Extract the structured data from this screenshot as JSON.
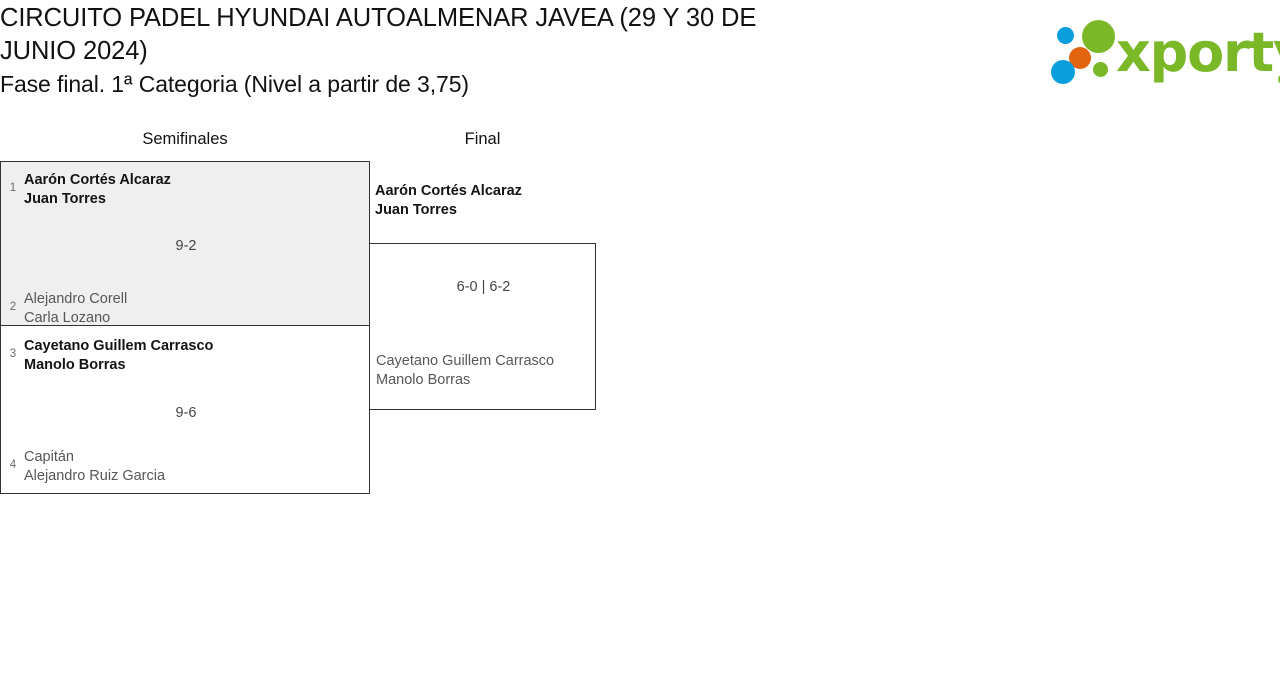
{
  "header": {
    "title_lines": [
      "CIRCUITO PADEL HYUNDAI AUTOALMENAR JAVEA (29 Y 30 DE",
      "JUNIO 2024)"
    ],
    "subtitle": "Fase final. 1ª Categoria (Nivel a partir de 3,75)"
  },
  "logo": {
    "wordmark": "xporty",
    "colors": {
      "green": "#7ab828",
      "blue": "#0a9fdc",
      "orange": "#e2640f"
    },
    "dots": [
      {
        "name": "blue-small",
        "color": "#0a9fdc"
      },
      {
        "name": "green-large",
        "color": "#7ab828"
      },
      {
        "name": "orange",
        "color": "#e2640f"
      },
      {
        "name": "blue-large",
        "color": "#0a9fdc"
      },
      {
        "name": "green-small",
        "color": "#7ab828"
      }
    ]
  },
  "bracket": {
    "rounds": [
      {
        "label": "Semifinales"
      },
      {
        "label": "Final"
      }
    ],
    "matches": {
      "semifinal_1": {
        "score": "9-2",
        "highlighted": true,
        "teams": [
          {
            "seed": "1",
            "result": "winner",
            "players": [
              "Aarón Cortés Alcaraz",
              "Juan Torres"
            ]
          },
          {
            "seed": "2",
            "result": "loser",
            "players": [
              "Alejandro Corell",
              "Carla Lozano"
            ]
          }
        ]
      },
      "semifinal_2": {
        "score": "9-6",
        "highlighted": false,
        "teams": [
          {
            "seed": "3",
            "result": "winner",
            "players": [
              "Cayetano Guillem Carrasco",
              "Manolo Borras"
            ]
          },
          {
            "seed": "4",
            "result": "loser",
            "players": [
              "Capitán",
              "Alejandro Ruiz Garcia"
            ]
          }
        ]
      },
      "final": {
        "score": "6-0 | 6-2",
        "highlighted": false,
        "teams": [
          {
            "seed": "",
            "result": "winner",
            "players": [
              "Aarón Cortés Alcaraz",
              "Juan Torres"
            ]
          },
          {
            "seed": "",
            "result": "loser",
            "players": [
              "Cayetano Guillem Carrasco",
              "Manolo Borras"
            ]
          }
        ]
      }
    }
  }
}
